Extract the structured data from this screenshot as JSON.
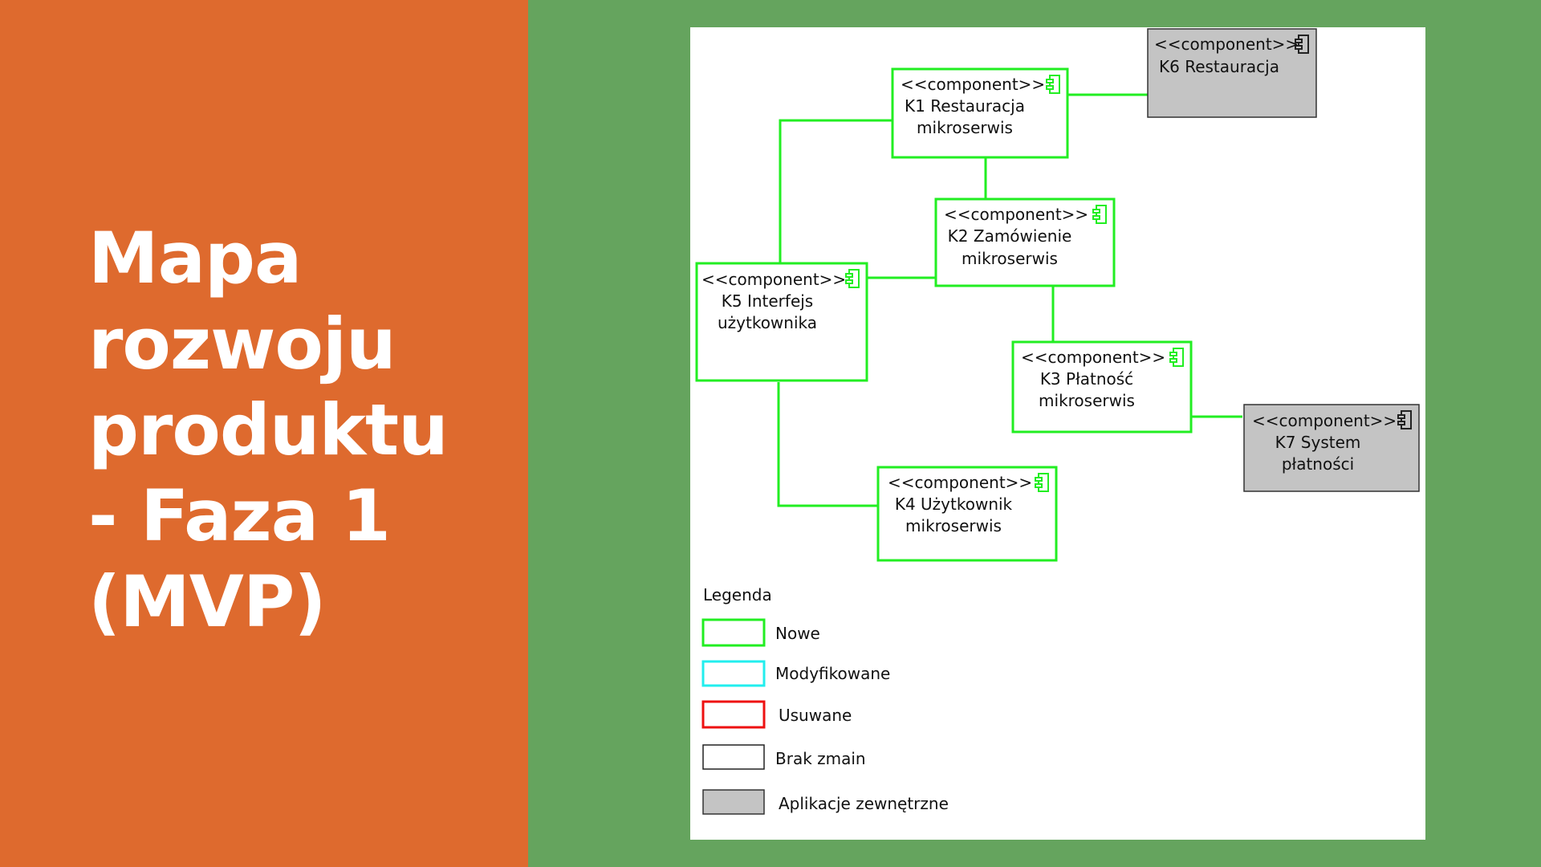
{
  "slide": {
    "title": "Mapa\nrozwoju\nproduktu\n- Faza 1\n(MVP)"
  },
  "diagram": {
    "stereotype": "<<component>>",
    "components": {
      "k1": {
        "line1": "K1 Restauracja",
        "line2": "mikroserwis",
        "status": "Nowe"
      },
      "k2": {
        "line1": "K2 Zamówienie",
        "line2": "mikroserwis",
        "status": "Nowe"
      },
      "k3": {
        "line1": "K3 Płatność",
        "line2": "mikroserwis",
        "status": "Nowe"
      },
      "k4": {
        "line1": "K4 Użytkownik",
        "line2": "mikroserwis",
        "status": "Nowe"
      },
      "k5": {
        "line1": "K5 Interfejs",
        "line2": "użytkownika",
        "status": "Nowe"
      },
      "k6": {
        "line1": "K6 Restauracja",
        "status": "Aplikacje zewnętrzne"
      },
      "k7": {
        "line1": "K7 System",
        "line2": "płatności",
        "status": "Aplikacje zewnętrzne"
      }
    },
    "legend": {
      "title": "Legenda",
      "items": [
        {
          "label": "Nowe",
          "color": "#22EE22"
        },
        {
          "label": "Modyfikowane",
          "color": "#22EEEE"
        },
        {
          "label": "Usuwane",
          "color": "#EE1111"
        },
        {
          "label": "Brak zmain",
          "color": "#222222"
        },
        {
          "label": "Aplikacje zewnętrzne",
          "color": "#BFBFBF"
        }
      ]
    },
    "colors": {
      "new": "#22EE22",
      "external_fill": "#C4C4C4",
      "external_border": "#333333"
    }
  }
}
